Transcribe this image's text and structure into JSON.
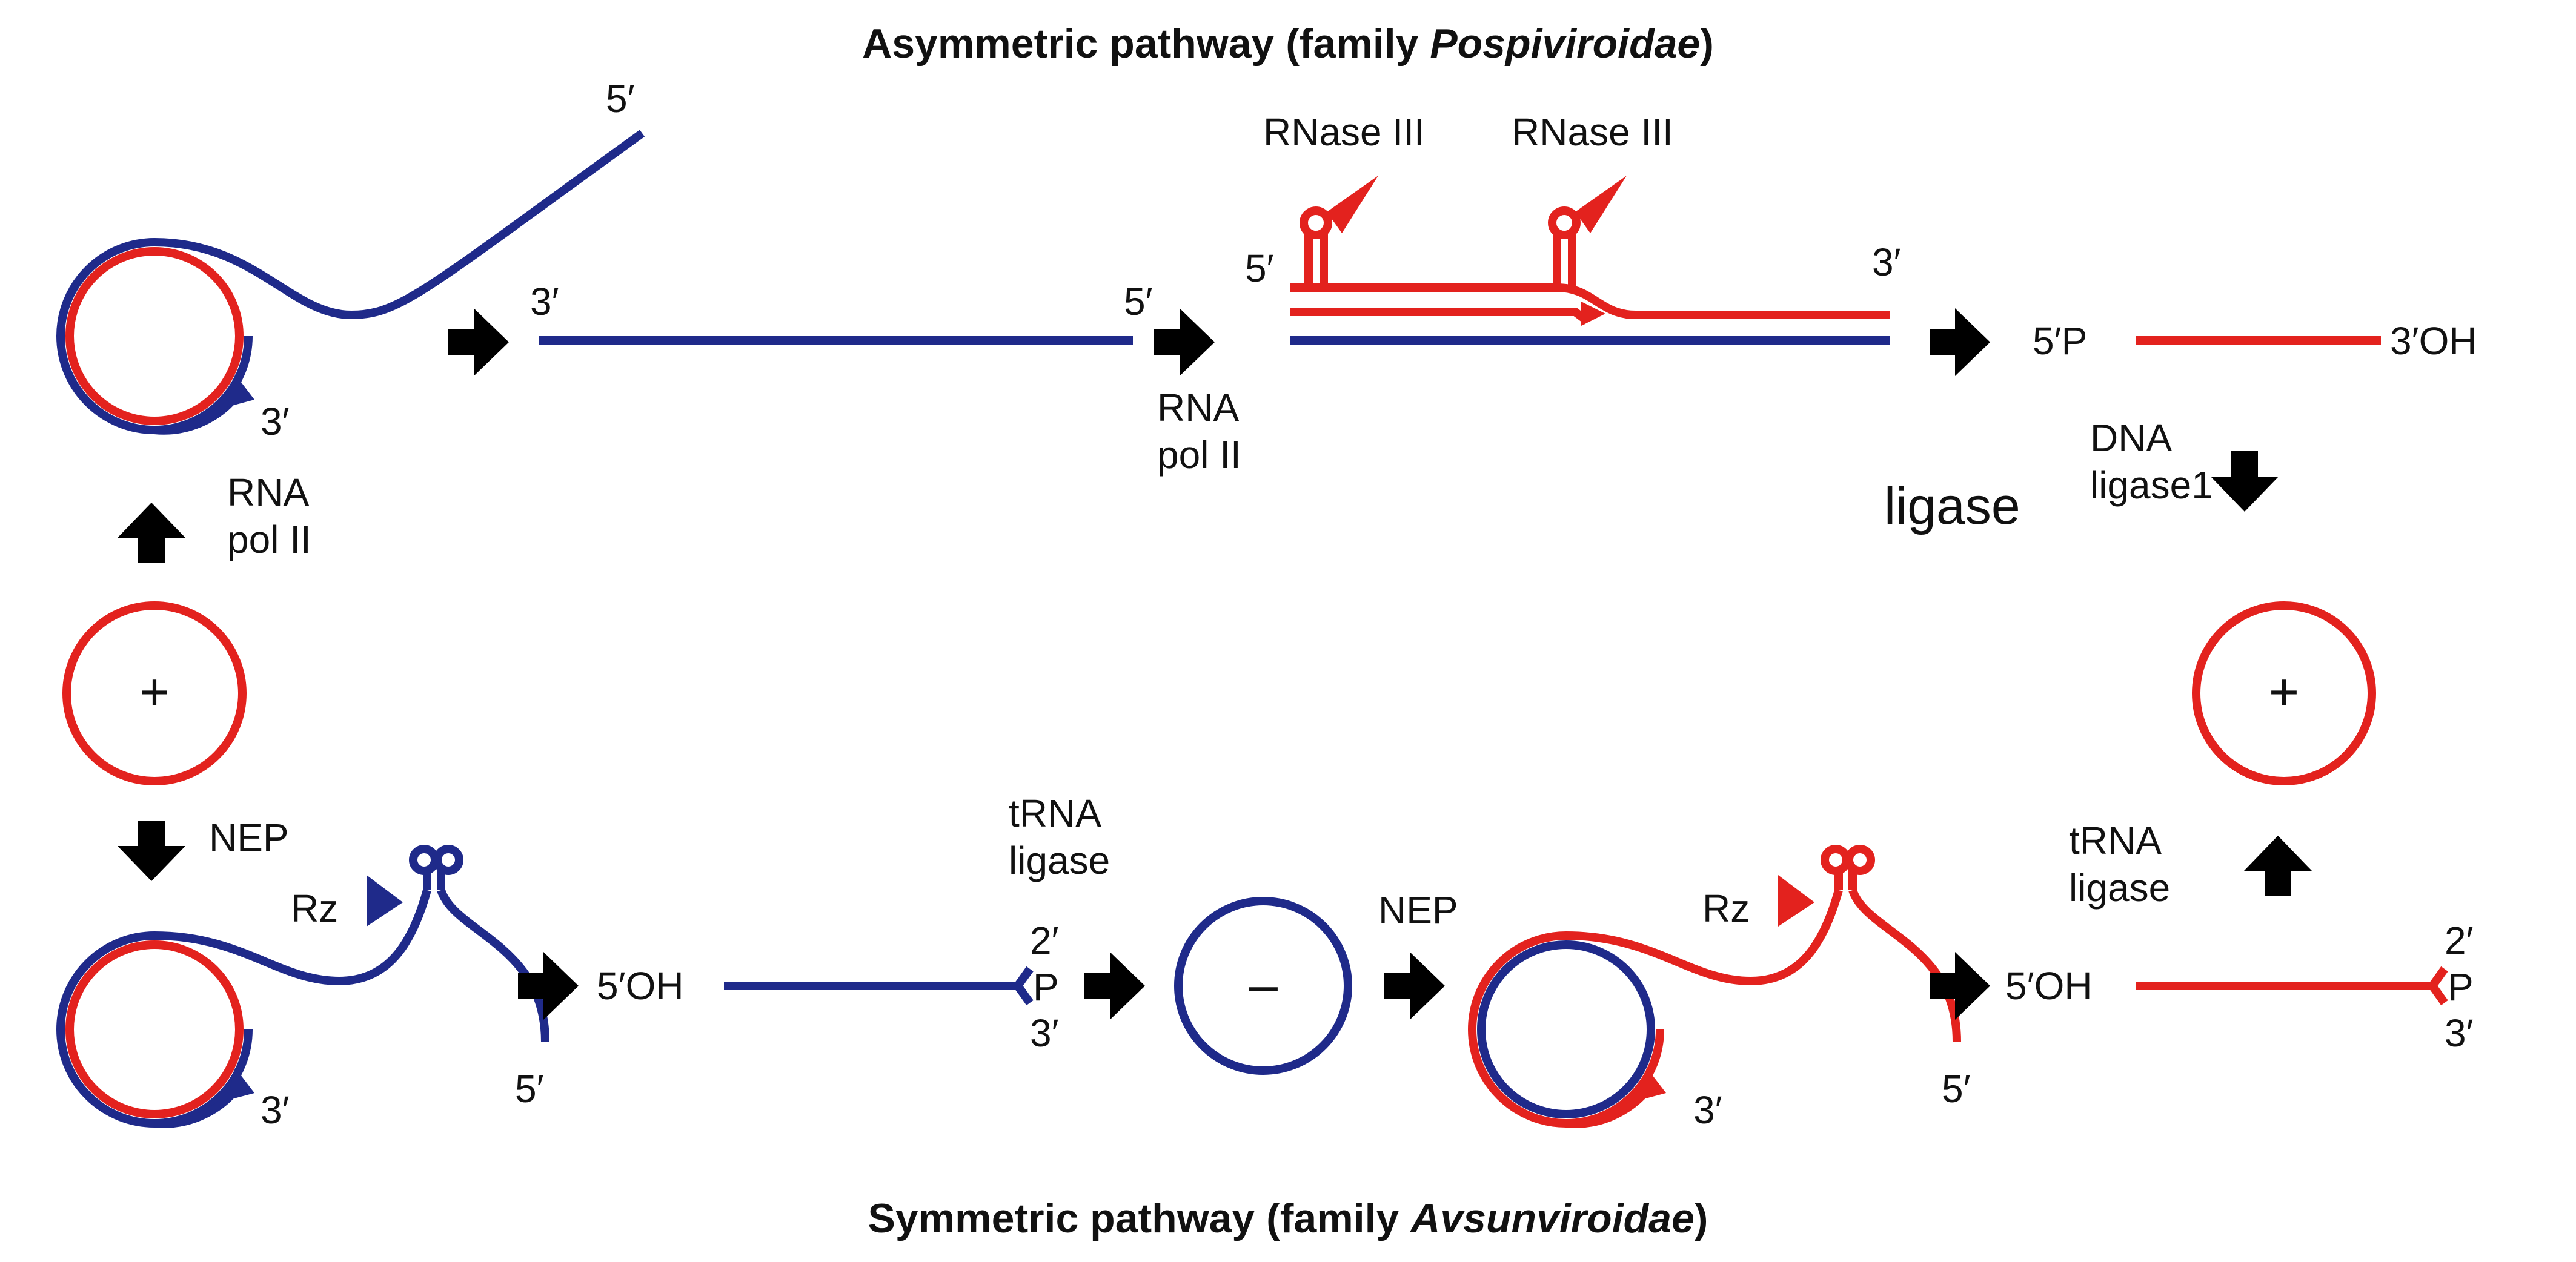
{
  "colors": {
    "plus_strand": "#e3221e",
    "minus_strand": "#1f2a8a",
    "arrow": "#000000"
  },
  "top": {
    "title_prefix": "Asymmetric pathway (family ",
    "title_family": "Pospiviroidae",
    "title_suffix": ")",
    "rolling": {
      "end_5": "5′",
      "end_3": "3′"
    },
    "linear_minus": {
      "end_3": "3′",
      "end_5": "5′"
    },
    "enzyme_pol": "RNA\npol II",
    "enzyme_pol_line1": "RNA",
    "enzyme_pol_line2": "pol II",
    "cleavage": {
      "rnase_1": "RNase III",
      "rnase_2": "RNase III",
      "end_5": "5′",
      "end_3": "3′"
    },
    "product": {
      "end_5p": "5′P",
      "end_3oh": "3′OH"
    },
    "ligase_enzyme_line1": "DNA",
    "ligase_enzyme_line2": "ligase1",
    "ligase_big": "ligase"
  },
  "middle": {
    "left_enzyme_line1": "RNA",
    "left_enzyme_line2": "pol II",
    "left_circle_symbol": "+",
    "right_circle_symbol": "+"
  },
  "bottom": {
    "title_prefix": "Symmetric pathway (family ",
    "title_family": "Avsunviroidae",
    "title_suffix": ")",
    "enzyme_nep_1": "NEP",
    "rz_1": "Rz",
    "rolling_1": {
      "end_3": "3′",
      "end_5": "5′"
    },
    "linear_minus": {
      "end_5oh": "5′OH",
      "end_2": "2′",
      "p": "P",
      "end_3": "3′"
    },
    "trna_ligase_1_line1": "tRNA",
    "trna_ligase_1_line2": "ligase",
    "minus_circle_symbol": "–",
    "enzyme_nep_2": "NEP",
    "rz_2": "Rz",
    "rolling_2": {
      "end_3": "3′",
      "end_5": "5′"
    },
    "linear_plus": {
      "end_5oh": "5′OH",
      "end_2": "2′",
      "p": "P",
      "end_3": "3′"
    },
    "trna_ligase_2_line1": "tRNA",
    "trna_ligase_2_line2": "ligase"
  }
}
